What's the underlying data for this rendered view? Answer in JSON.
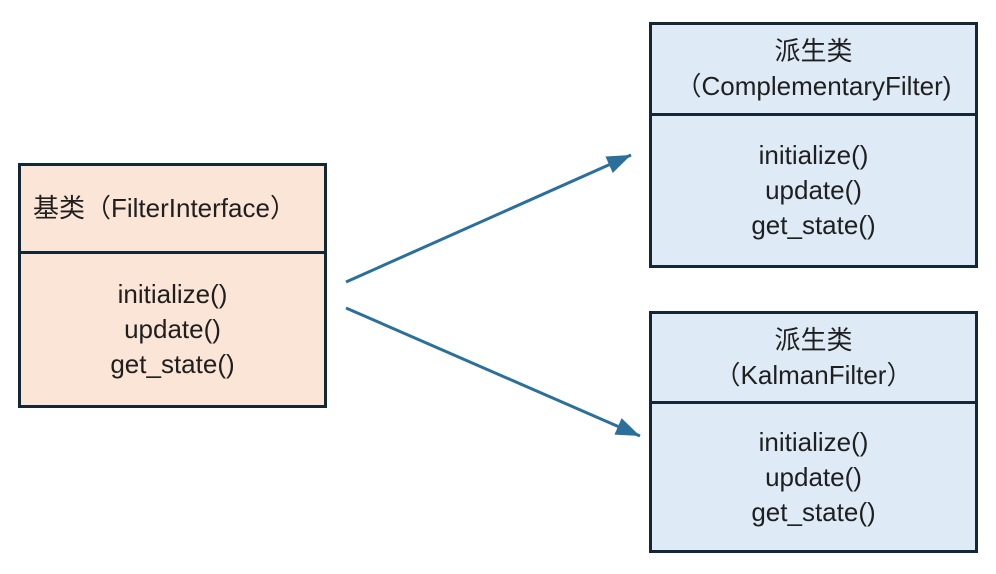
{
  "diagram": {
    "base_class": {
      "title": "基类（FilterInterface）",
      "methods": [
        "initialize()",
        "update()",
        "get_state()"
      ]
    },
    "derived_classes": [
      {
        "title_line1": "派生类",
        "title_line2": "（ComplementaryFilter)",
        "methods": [
          "initialize()",
          "update()",
          "get_state()"
        ]
      },
      {
        "title_line1": "派生类",
        "title_line2": "（KalmanFilter）",
        "methods": [
          "initialize()",
          "update()",
          "get_state()"
        ]
      }
    ]
  },
  "colors": {
    "base_fill": "#FBE5D6",
    "derived_fill": "#DEEBF7",
    "border": "#152634",
    "arrow": "#2B6F9B",
    "text": "#1F1F1F"
  }
}
